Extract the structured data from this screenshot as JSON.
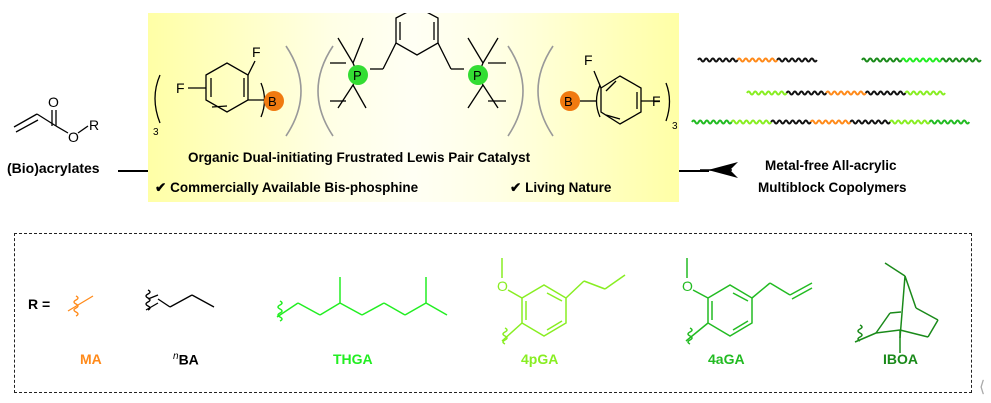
{
  "monomer": {
    "label": "(Bio)acrylates",
    "atom_O_carbonyl": "O",
    "atom_O_ester": "O",
    "atom_R": "R"
  },
  "catalyst": {
    "title": "Organic Dual-initiating Frustrated Lewis Pair Catalyst",
    "feature_1": "Commercially Available Bis-phosphine",
    "feature_2": "Living Nature",
    "check_glyph": "✔",
    "borane_left": {
      "atom_B": "B",
      "atom_F1": "F",
      "atom_F2": "F",
      "subscript": "3"
    },
    "phosphine": {
      "atom_P1": "P",
      "atom_P2": "P"
    },
    "borane_right": {
      "atom_B": "B",
      "atom_F1": "F",
      "atom_F2": "F",
      "subscript": "3"
    }
  },
  "product": {
    "line1": "Metal-free All-acrylic",
    "line2": "Multiblock Copolymers",
    "chains": [
      {
        "segments": [
          "black",
          "orange",
          "black"
        ]
      },
      {
        "segments": [
          "dark_green",
          "green",
          "dark_green"
        ]
      },
      {
        "segments": [
          "light_green",
          "black",
          "orange",
          "black",
          "light_green"
        ]
      },
      {
        "segments": [
          "medium_green",
          "light_green",
          "black",
          "orange",
          "black",
          "light_green",
          "medium_green"
        ]
      }
    ]
  },
  "r_groups": {
    "prefix": "R =",
    "items": [
      {
        "name": "MA",
        "color": "#ff8a1a"
      },
      {
        "name_sup": "n",
        "name": "BA",
        "color": "#000000"
      },
      {
        "name": "THGA",
        "color": "#22ee22"
      },
      {
        "name": "4pGA",
        "color": "#88ee22",
        "atom_O": "O"
      },
      {
        "name": "4aGA",
        "color": "#22bb22",
        "atom_O": "O"
      },
      {
        "name": "IBOA",
        "color": "#1a8a1a"
      }
    ]
  },
  "colors": {
    "orange": "#ff8a1a",
    "black": "#111111",
    "dark_green": "#1a8a1a",
    "green": "#22ee22",
    "light_green": "#88ee22",
    "medium_green": "#22bb22",
    "borane_ball": "#f07a10",
    "phosphorus_ball": "#33dd33",
    "catalyst_bg": "#ffffb0"
  },
  "corner_glyph": "⟨"
}
